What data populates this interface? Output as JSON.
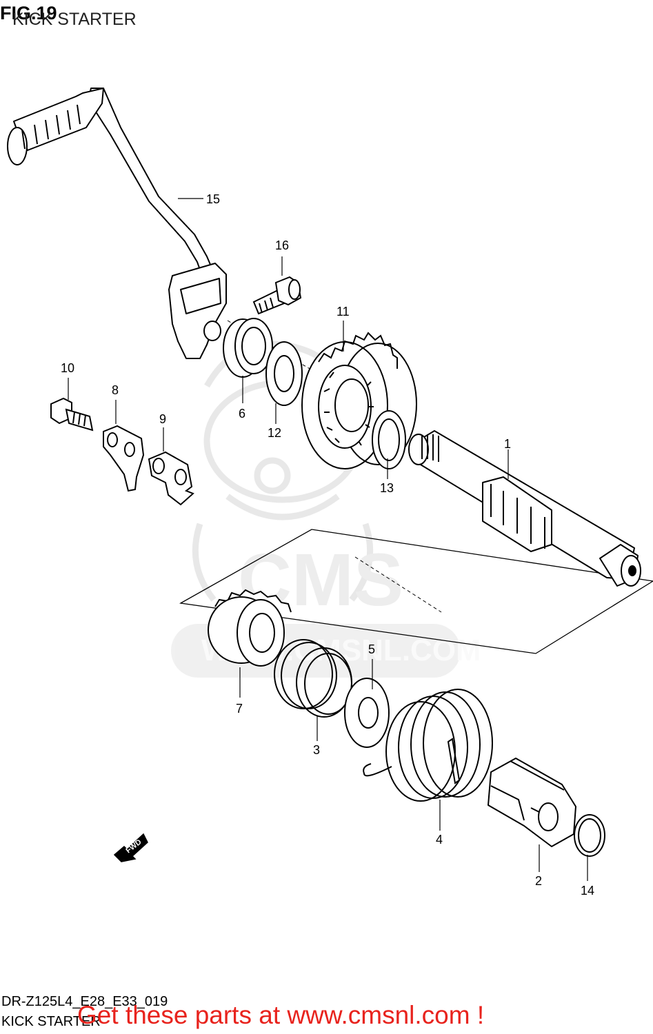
{
  "header": {
    "figure_number": "FIG.19",
    "title": "KICK STARTER"
  },
  "footer": {
    "diagram_code": "DR-Z125L4_E28_E33_019",
    "title": "KICK STARTER",
    "promo_text": "Get these parts at www.cmsnl.com !",
    "promo_color": "#e8231d"
  },
  "watermark": {
    "brand": "CMS",
    "url": "WWW.CMSNL.COM"
  },
  "direction_arrow": {
    "label": "FWD",
    "icon": "fwd-arrow-icon"
  },
  "callouts": [
    {
      "id": "1",
      "part": "kick-starter-shaft"
    },
    {
      "id": "2",
      "part": "kick-starter-guide"
    },
    {
      "id": "3",
      "part": "spring"
    },
    {
      "id": "4",
      "part": "return-spring"
    },
    {
      "id": "5",
      "part": "washer"
    },
    {
      "id": "6",
      "part": "oil-seal"
    },
    {
      "id": "7",
      "part": "kick-starter-drive-gear"
    },
    {
      "id": "8",
      "part": "stopper-plate"
    },
    {
      "id": "9",
      "part": "guide-plate"
    },
    {
      "id": "10",
      "part": "bolt"
    },
    {
      "id": "11",
      "part": "kick-starter-driven-gear"
    },
    {
      "id": "12",
      "part": "washer"
    },
    {
      "id": "13",
      "part": "washer"
    },
    {
      "id": "14",
      "part": "circlip"
    },
    {
      "id": "15",
      "part": "kick-starter-lever"
    },
    {
      "id": "16",
      "part": "bolt"
    }
  ]
}
